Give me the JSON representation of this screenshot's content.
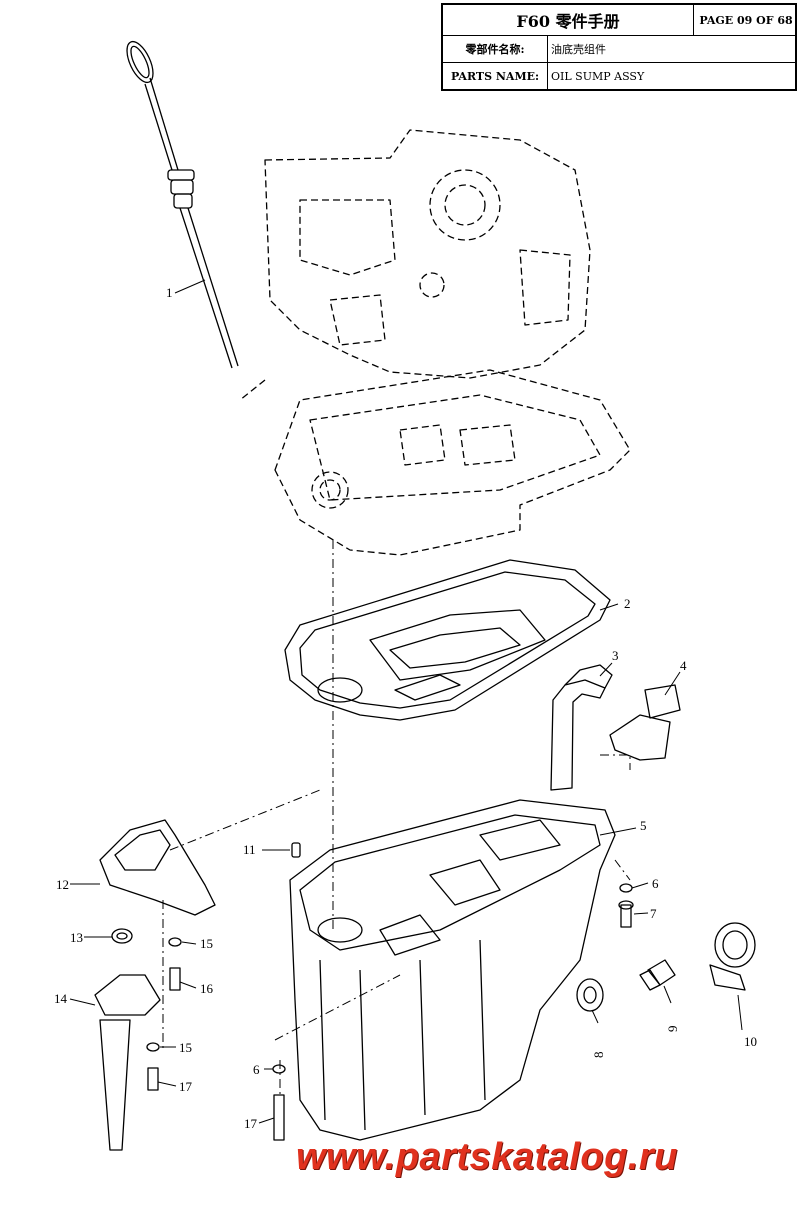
{
  "header": {
    "title": "F60 零件手册",
    "page": "PAGE 09 OF 68",
    "name_cn_label": "零部件名称:",
    "name_cn_value": "油底壳组件",
    "name_en_label": "PARTS NAME:",
    "name_en_value": "OIL SUMP ASSY"
  },
  "callouts": [
    "1",
    "2",
    "3",
    "4",
    "5",
    "6",
    "7",
    "8",
    "9",
    "10",
    "11",
    "12",
    "13",
    "14",
    "15",
    "16",
    "15",
    "17",
    "6",
    "17"
  ],
  "watermark": "www.partskatalog.ru",
  "colors": {
    "line": "#000000",
    "watermark": "#e0311e"
  }
}
